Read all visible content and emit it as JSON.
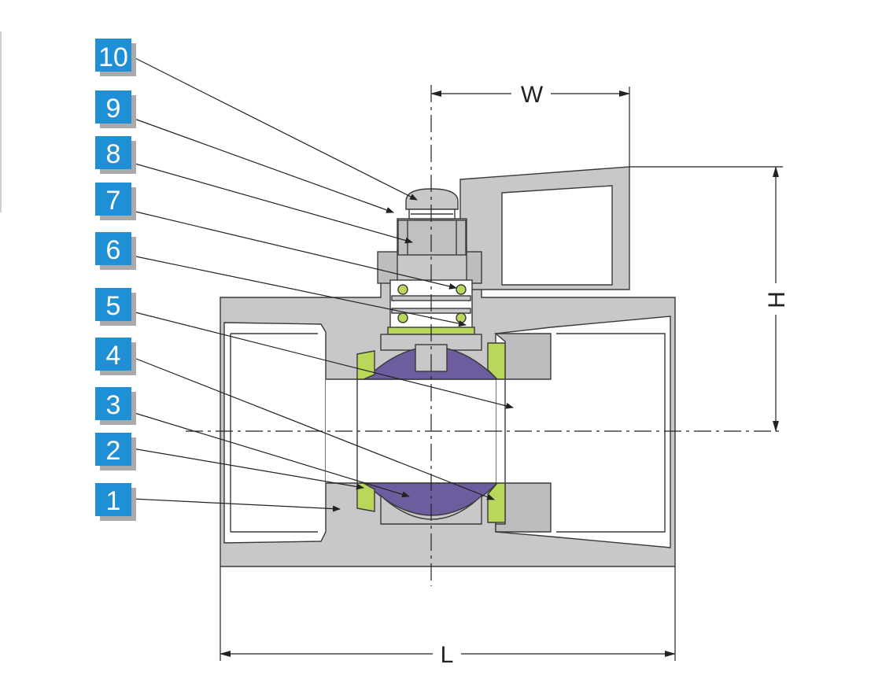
{
  "parts": [
    {
      "number": "10"
    },
    {
      "number": "9"
    },
    {
      "number": "8"
    },
    {
      "number": "7"
    },
    {
      "number": "6"
    },
    {
      "number": "5"
    },
    {
      "number": "4"
    },
    {
      "number": "3"
    },
    {
      "number": "2"
    },
    {
      "number": "1"
    }
  ],
  "dimensions": {
    "width_label": "W",
    "height_label": "H",
    "length_label": "L"
  },
  "colors": {
    "badge": "#1f8fd6",
    "body": "#c8c8ca",
    "body_dark": "#bdbdc0",
    "ball": "#6d5c9e",
    "seat": "#b9d85a",
    "outline": "#3a3a3a",
    "line": "#222222"
  }
}
